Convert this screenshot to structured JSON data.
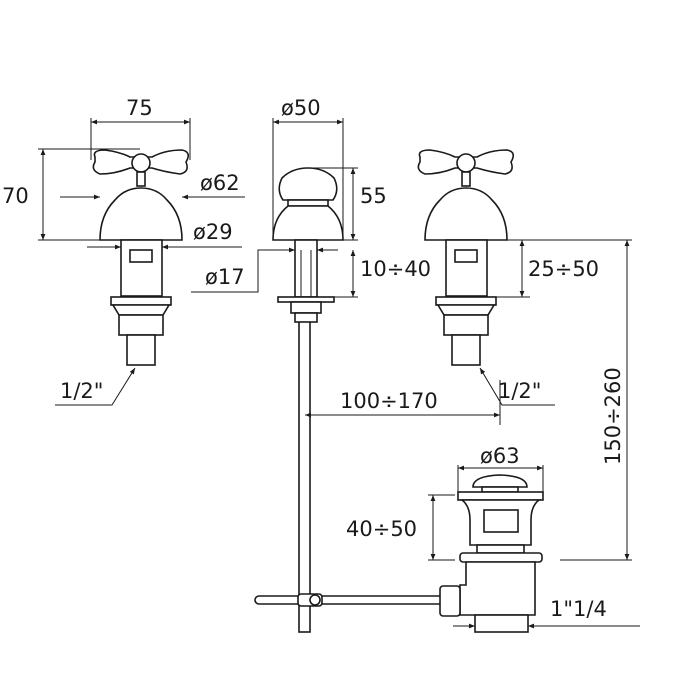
{
  "drawing": {
    "left_tap": {
      "width": "75",
      "height": "70",
      "dome_dia": "ø62",
      "stem_dia": "ø29",
      "thread": "1/2\""
    },
    "spout": {
      "knob_dia": "ø50",
      "knob_height": "55",
      "stem_dia": "ø17",
      "deck_range": "10÷40"
    },
    "right_tap": {
      "deck_range": "25÷50",
      "thread": "1/2\""
    },
    "spacing": "100÷170",
    "drain_height": "150÷260",
    "waste": {
      "cap_dia": "ø63",
      "height_range": "40÷50",
      "thread": "1\"1/4"
    }
  }
}
